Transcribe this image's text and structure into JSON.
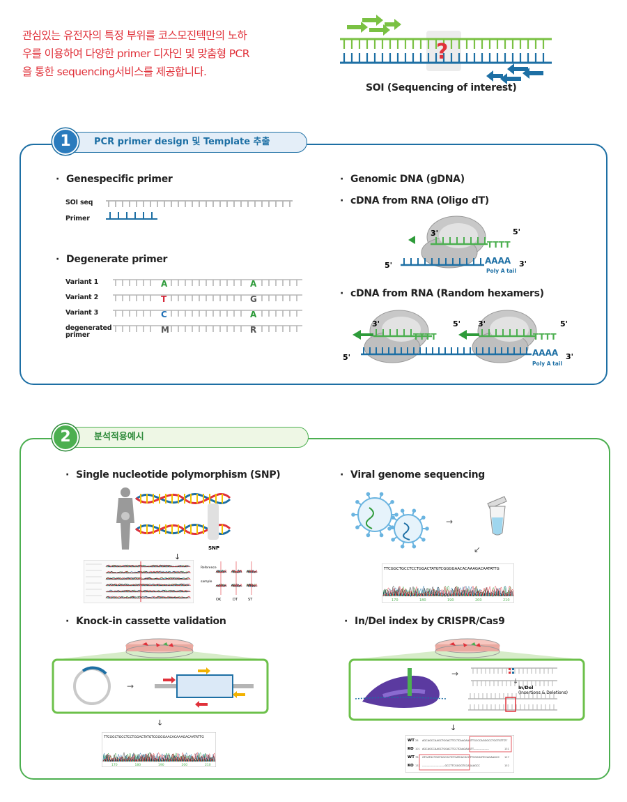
{
  "intro": {
    "line1": "관심있는 유전자의 특정 부위를 코스모진텍만의 노하",
    "line2": "우를 이용하여 다양한 primer 디자인 및 맞춤형 PCR",
    "line3": "을 통한 sequencing서비스를 제공합니다."
  },
  "soi": {
    "label": "SOI (Sequencing of interest)",
    "mark": "?"
  },
  "section1": {
    "number": "1",
    "title": "PCR primer design 및 Template 추출",
    "gene_specific": {
      "title": "Genespecific primer",
      "soi_label": "SOI seq",
      "primer_label": "Primer"
    },
    "degenerate": {
      "title": "Degenerate primer",
      "rows": [
        {
          "label": "Variant 1",
          "a": "A",
          "b": "A",
          "color_a": "#2e9b3a",
          "color_b": "#2e9b3a"
        },
        {
          "label": "Variant 2",
          "a": "T",
          "b": "G",
          "color_a": "#d6283a",
          "color_b": "#555555"
        },
        {
          "label": "Variant 3",
          "a": "C",
          "b": "A",
          "color_a": "#1f6fb5",
          "color_b": "#2e9b3a"
        },
        {
          "label": "degenerated primer",
          "a": "M",
          "b": "R",
          "color_a": "#555555",
          "color_b": "#555555"
        }
      ]
    },
    "gdna": {
      "title": "Genomic DNA (gDNA)"
    },
    "oligo": {
      "title": "cDNA from RNA (Oligo dT)",
      "tttt": "TTTT",
      "aaaa": "AAAA",
      "polya": "Poly A tail",
      "p3": "3'",
      "p5": "5'"
    },
    "random": {
      "title": "cDNA from RNA (Random hexamers)",
      "tttt": "TTTT",
      "aaaa": "AAAA",
      "polya": "Poly A tail",
      "p3": "3'",
      "p5": "5'"
    }
  },
  "section2": {
    "number": "2",
    "title": "분석적용예시",
    "snp": {
      "title": "Single nucleotide polymorphism (SNP)",
      "snp_label": "SNP",
      "ref_label": "Reference",
      "sample_label": "sample",
      "tick_labels": [
        "OK",
        "DT",
        "ST"
      ]
    },
    "viral": {
      "title": "Viral genome sequencing",
      "seq": "TTCGGCTGCCTCCTGGACTATGTCGGGGAACACAAAGACAATATTG",
      "axis": [
        "170",
        "180",
        "190",
        "200",
        "210"
      ]
    },
    "knockin": {
      "title": "Knock-in cassette validation",
      "seq": "TTCGGCTGCCTCCTGGACTATGTCGGGGAACACAAAGACAATATTG",
      "axis": [
        "170",
        "180",
        "190",
        "200",
        "210"
      ]
    },
    "indel": {
      "title": "In/Del index by CRISPR/Cas9",
      "label1": "In/Del",
      "label2": "(Insertions & Deletions)",
      "rows": [
        {
          "tag": "WT",
          "start": "28",
          "seq": "AGCAGCCAAGCTGGACTTCCTCAAGAAGTTGCCCAGGGCCTGGTGTTC",
          "end": "77"
        },
        {
          "tag": "KO",
          "start": "101",
          "seq": "AGCAGCCAAGCTGGACTTCCTCAAGAAGTT-----------------",
          "end": "131"
        },
        {
          "tag": "WT",
          "start": "78",
          "seq": "GTCATGCTGGTGGCGCTCTCATCACGCCTTCGGGGTCCAGAAGCC",
          "end": "127"
        },
        {
          "tag": "KO",
          "start": "132",
          "seq": "-------------------------GCCTTCGGGGTCCAGAAGCC",
          "end": "152"
        }
      ]
    }
  },
  "colors": {
    "blue": "#1d6fa4",
    "green": "#4caf50",
    "red": "#e0313a",
    "gray": "#b0b0b0"
  }
}
